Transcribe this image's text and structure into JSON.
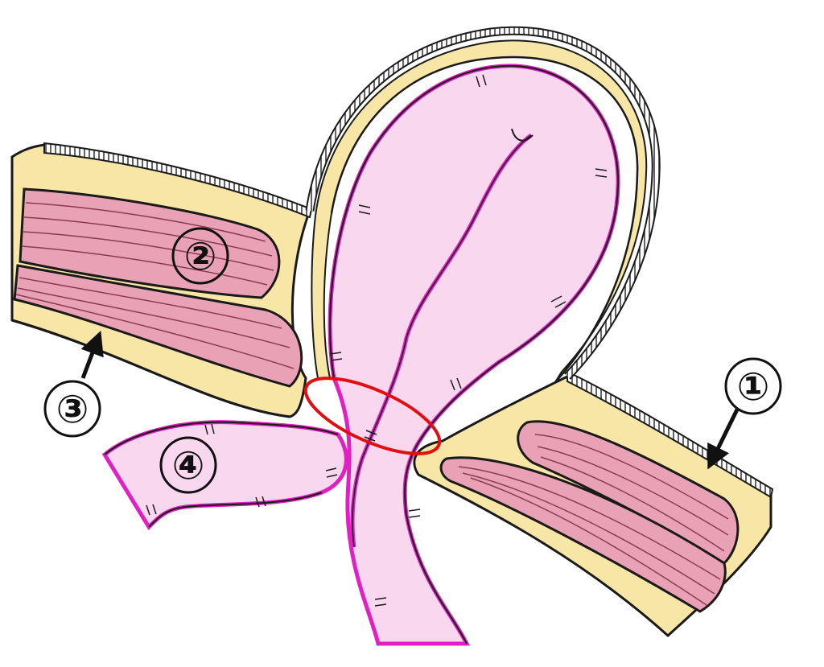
{
  "labels": {
    "one": "①",
    "two": "②",
    "three": "③",
    "four": "④"
  },
  "colors": {
    "skin": "#f7e6a6",
    "muscle": "#e9a2b5",
    "muscle_line": "#8a3b52",
    "bowel_fill": "#f9d7ef",
    "bowel_edge": "#e020c0",
    "outline": "#1a1a1a",
    "ring": "#e01010",
    "arrow": "#111111"
  }
}
